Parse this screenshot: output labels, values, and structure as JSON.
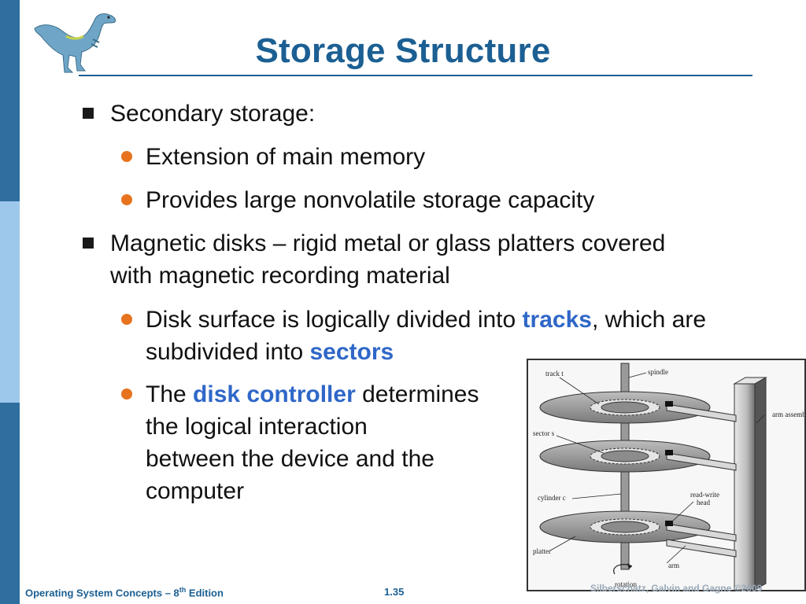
{
  "slide": {
    "title": "Storage Structure",
    "bullets": [
      {
        "text": "Secondary storage:"
      },
      {
        "text": "Extension of main memory"
      },
      {
        "text": "Provides large nonvolatile storage capacity"
      },
      {
        "line1": "Magnetic disks – rigid metal or glass platters covered",
        "line2": "with magnetic recording material"
      },
      {
        "line1_a": "Disk surface is logically divided into ",
        "line1_hl": "tracks",
        "line1_b": ", which are",
        "line2_a": "subdivided into ",
        "line2_hl": "sectors"
      },
      {
        "a": "The ",
        "hl": "disk controller",
        "b": " determines",
        "line2": "the logical interaction",
        "line3": "between the device and the",
        "line4": "computer"
      }
    ]
  },
  "diagram": {
    "labels": {
      "track": "track t",
      "spindle": "spindle",
      "arm_assembly": "arm assembly",
      "sector": "sector s",
      "cylinder": "cylinder c",
      "read_write": "read-write",
      "head": "head",
      "platter": "platter",
      "arm": "arm",
      "rotation": "rotation"
    }
  },
  "footer": {
    "left_a": "Operating System Concepts – 8",
    "left_sup": "th",
    "left_b": " Edition",
    "page": "1.35",
    "right": "Silberschatz, Galvin and Gagne ©2009"
  },
  "colors": {
    "title": "#1b5f93",
    "highlight": "#2f67c8",
    "bullet_dot": "#e7731e",
    "sidebar": "#2f6e9e"
  },
  "icons": {
    "logo": "dinosaur-logo"
  }
}
